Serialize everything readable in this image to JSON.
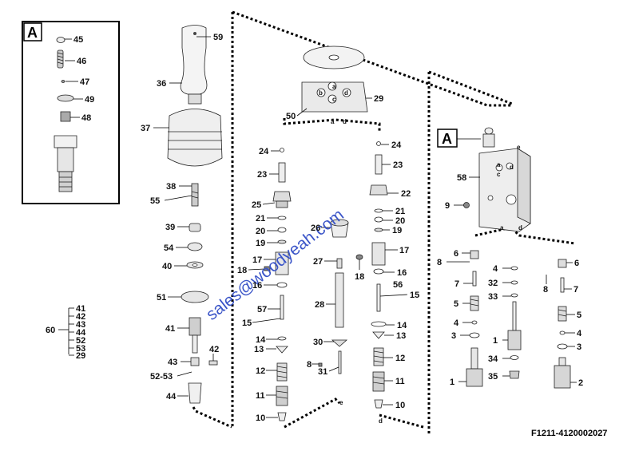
{
  "figure_code": "F1211-4120002027",
  "watermark": "sales@woodyeah.com",
  "detail_key": "A",
  "port_marks": {
    "a": "a",
    "b": "b",
    "c": "c",
    "d": "d",
    "e": "e"
  },
  "group_label": "60",
  "group_members": [
    "41",
    "42",
    "43",
    "44",
    "52",
    "53",
    "29"
  ],
  "detail_callouts": [
    "45",
    "46",
    "47",
    "49",
    "48"
  ],
  "handle_callouts": [
    "59",
    "36",
    "37",
    "38",
    "55",
    "39",
    "54",
    "40",
    "51",
    "41",
    "43",
    "42",
    "52-53",
    "44"
  ],
  "cover_callouts": [
    "29",
    "50"
  ],
  "left_column_callouts": [
    "24",
    "23",
    "25",
    "21",
    "20",
    "19",
    "17",
    "18",
    "16",
    "57",
    "15",
    "14",
    "13",
    "12",
    "11",
    "10"
  ],
  "center_callouts": [
    "26",
    "27",
    "18",
    "28",
    "30",
    "8",
    "31"
  ],
  "right_column_callouts": [
    "24",
    "23",
    "22",
    "21",
    "20",
    "19",
    "17",
    "16",
    "56",
    "15",
    "14",
    "13",
    "12",
    "11",
    "10"
  ],
  "valve_callouts": [
    "58",
    "9"
  ],
  "valve_left_callouts": [
    "6",
    "8",
    "7",
    "5",
    "4",
    "3",
    "1"
  ],
  "valve_mid_callouts": [
    "4",
    "32",
    "33",
    "1",
    "34",
    "35"
  ],
  "valve_right_callouts": [
    "6",
    "8",
    "7",
    "5",
    "4",
    "3",
    "2"
  ]
}
